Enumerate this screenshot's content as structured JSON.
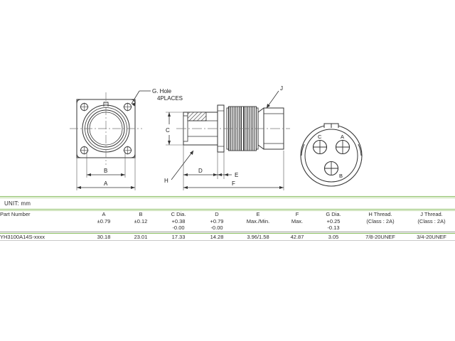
{
  "document": {
    "type": "engineering-drawing",
    "unit_label": "UNIT: mm"
  },
  "drawing": {
    "annotations": {
      "g_hole_line1": "G. Hole",
      "g_hole_line2": "4PLACES",
      "j_callout": "J",
      "h_callout": "H",
      "c_dim": "C",
      "d_dim": "D",
      "e_dim": "E",
      "f_dim": "F",
      "a_dim": "A",
      "b_dim": "B"
    },
    "face_view": {
      "contact_a": "A",
      "contact_b": "B",
      "contact_c": "C"
    },
    "colors": {
      "line": "#3a3a3a",
      "center_line": "#6a6a6a",
      "hatch": "#555555"
    }
  },
  "table": {
    "accent_color": "#8bbf63",
    "columns": [
      {
        "key": "part_number",
        "label": "Part Number",
        "sub": []
      },
      {
        "key": "a",
        "label": "A",
        "sub": [
          "±0.79"
        ]
      },
      {
        "key": "b",
        "label": "B",
        "sub": [
          "±0.12"
        ]
      },
      {
        "key": "c",
        "label": "C Dia.",
        "sub": [
          "+0.38",
          "-0.00"
        ]
      },
      {
        "key": "d",
        "label": "D",
        "sub": [
          "+0.79",
          "-0.00"
        ]
      },
      {
        "key": "e",
        "label": "E",
        "sub": [
          "Max./Min."
        ]
      },
      {
        "key": "f",
        "label": "F",
        "sub": [
          "Max."
        ]
      },
      {
        "key": "g",
        "label": "G Dia.",
        "sub": [
          "+0.25",
          "-0.13"
        ]
      },
      {
        "key": "h",
        "label": "H Thread.",
        "sub": [
          "(Class : 2A)"
        ]
      },
      {
        "key": "j",
        "label": "J Thread.",
        "sub": [
          "(Class : 2A)"
        ]
      }
    ],
    "rows": [
      {
        "part_number": "YH3100A14S-xxxx",
        "a": "30.18",
        "b": "23.01",
        "c": "17.33",
        "d": "14.28",
        "e": "3.96/1.58",
        "f": "42.87",
        "g": "3.05",
        "h": "7/8-20UNEF",
        "j": "3/4-20UNEF"
      }
    ]
  }
}
